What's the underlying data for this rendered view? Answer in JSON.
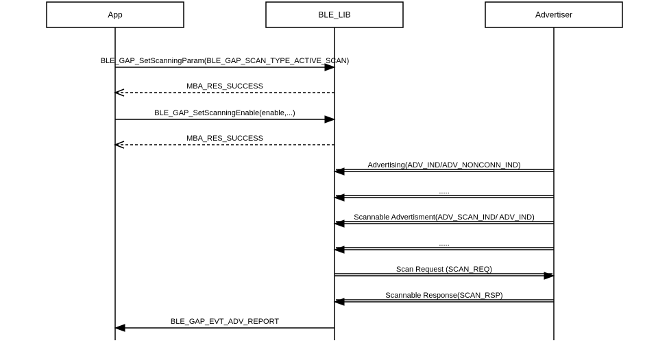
{
  "participants": [
    {
      "id": "app",
      "label": "App"
    },
    {
      "id": "ble_lib",
      "label": "BLE_LIB"
    },
    {
      "id": "advertiser",
      "label": "Advertiser"
    }
  ],
  "messages": [
    {
      "from": "app",
      "to": "ble_lib",
      "label": "BLE_GAP_SetScanningParam(BLE_GAP_SCAN_TYPE_ACTIVE_SCAN)",
      "style": "solid"
    },
    {
      "from": "ble_lib",
      "to": "app",
      "label": "MBA_RES_SUCCESS",
      "style": "dashed"
    },
    {
      "from": "app",
      "to": "ble_lib",
      "label": "BLE_GAP_SetScanningEnable(enable,...)",
      "style": "solid"
    },
    {
      "from": "ble_lib",
      "to": "app",
      "label": "MBA_RES_SUCCESS",
      "style": "dashed"
    },
    {
      "from": "advertiser",
      "to": "ble_lib",
      "label": "Advertising(ADV_IND/ADV_NONCONN_IND)",
      "style": "parallel"
    },
    {
      "from": "advertiser",
      "to": "ble_lib",
      "label": ".....",
      "style": "parallel"
    },
    {
      "from": "advertiser",
      "to": "ble_lib",
      "label": "Scannable Advertisment(ADV_SCAN_IND/ ADV_IND)",
      "style": "parallel"
    },
    {
      "from": "advertiser",
      "to": "ble_lib",
      "label": ".....",
      "style": "parallel"
    },
    {
      "from": "ble_lib",
      "to": "advertiser",
      "label": "Scan Request (SCAN_REQ)",
      "style": "parallel"
    },
    {
      "from": "advertiser",
      "to": "ble_lib",
      "label": "Scannable Response(SCAN_RSP)",
      "style": "parallel"
    },
    {
      "from": "ble_lib",
      "to": "app",
      "label": "BLE_GAP_EVT_ADV_REPORT",
      "style": "solid"
    }
  ]
}
